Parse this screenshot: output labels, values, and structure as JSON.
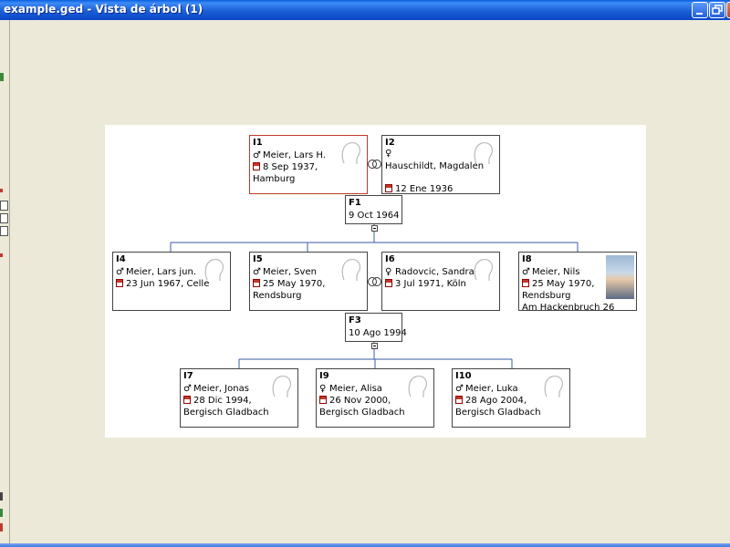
{
  "window": {
    "title": "example.ged - Vista de árbol (1)"
  },
  "families": [
    {
      "id": "F1",
      "date": "9 Oct 1964"
    },
    {
      "id": "F3",
      "date": "10 Ago 1994"
    }
  ],
  "people": {
    "I1": {
      "id": "I1",
      "name": "Meier, Lars H.",
      "sex": "♂",
      "birth": "8 Sep 1937,",
      "place": "Hamburg"
    },
    "I2": {
      "id": "I2",
      "name": "Hauschildt, Magdalen",
      "sex": "♀",
      "birth": "12 Ene 1936"
    },
    "I4": {
      "id": "I4",
      "name": "Meier, Lars jun.",
      "sex": "♂",
      "birth": "23 Jun 1967, Celle"
    },
    "I5": {
      "id": "I5",
      "name": "Meier, Sven",
      "sex": "♂",
      "birth": "25 May 1970,",
      "place": "Rendsburg"
    },
    "I6": {
      "id": "I6",
      "name": "Radovcic, Sandra",
      "sex": "♀",
      "birth": "3 Jul 1971, Köln"
    },
    "I8": {
      "id": "I8",
      "name": "Meier, Nils",
      "sex": "♂",
      "birth": "25 May 1970,",
      "place": "Rendsburg",
      "extra": "Am Hackenbruch 26"
    },
    "I7": {
      "id": "I7",
      "name": "Meier, Jonas",
      "sex": "♂",
      "birth": "28 Dic 1994,",
      "place": "Bergisch Gladbach"
    },
    "I9": {
      "id": "I9",
      "name": "Meier, Alisa",
      "sex": "♀",
      "birth": "26 Nov 2000,",
      "place": "Bergisch Gladbach"
    },
    "I10": {
      "id": "I10",
      "name": "Meier, Luka",
      "sex": "♂",
      "birth": "28 Ago 2004,",
      "place": "Bergisch Gladbach"
    }
  },
  "colors": {
    "connector": "#3b5ba5",
    "selected_border": "#c0392b",
    "titlebar": "#1b5fd6"
  }
}
